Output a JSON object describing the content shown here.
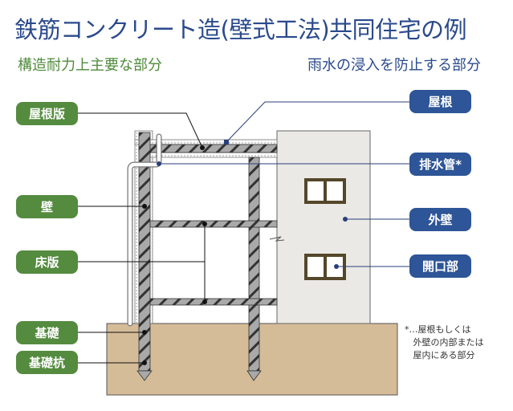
{
  "title": "鉄筋コンクリート造(壁式工法)共同住宅の例",
  "subtitles": {
    "structural": "構造耐力上主要な部分",
    "rainwater": "雨水の浸入を防止する部分"
  },
  "structural_labels": [
    "屋根版",
    "壁",
    "床版",
    "基礎",
    "基礎杭"
  ],
  "rainwater_labels": [
    "屋根",
    "排水管*",
    "外壁",
    "開口部"
  ],
  "note": "*…屋根もしくは\n   外壁の内部または\n   屋内にある部分",
  "colors": {
    "structural": "#548b3f",
    "rainwater": "#2d5597",
    "title": "#2a4a8c",
    "ground": "#d5bc98",
    "exterior_wall": "#ebe9e5",
    "window_frame": "#54472a"
  }
}
